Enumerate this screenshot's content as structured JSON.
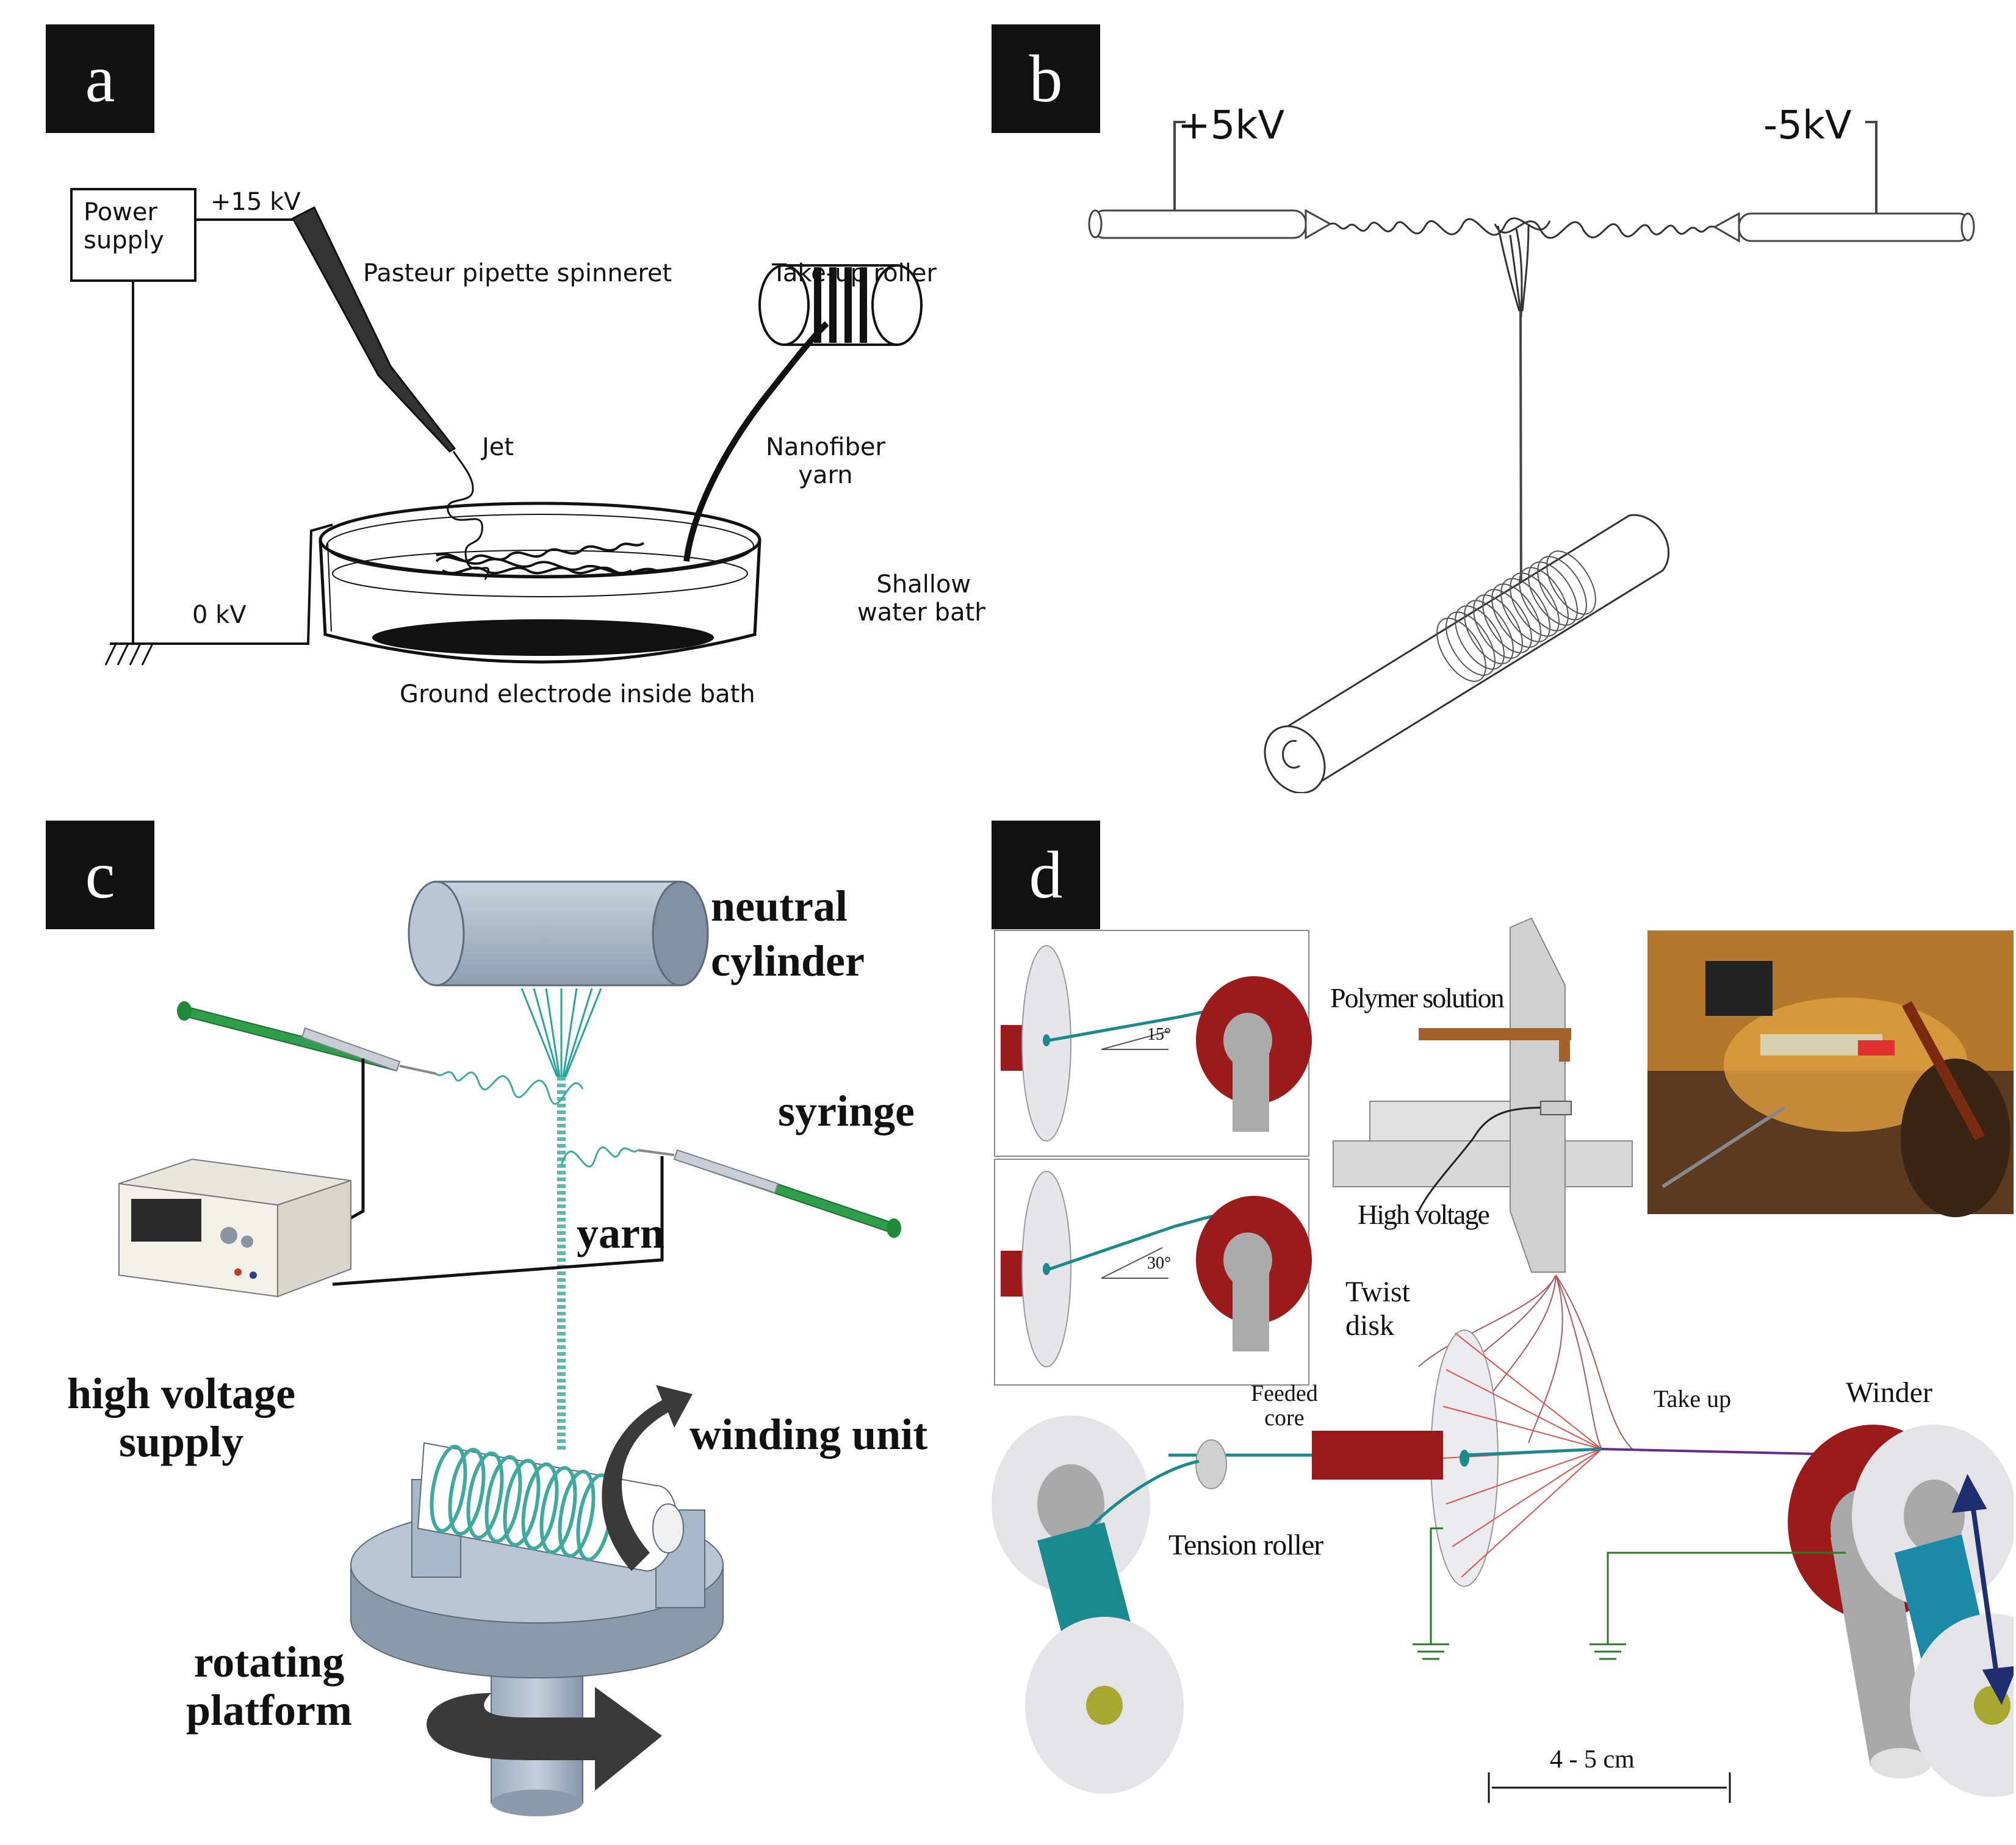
{
  "panels": {
    "a": {
      "label": "a",
      "power_supply": "Power\nsupply",
      "voltage_high": "+15 kV",
      "spinneret": "Pasteur pipette spinneret",
      "roller": "Take-up roller",
      "jet": "Jet",
      "yarn": "Nanofiber\nyarn",
      "voltage_zero": "0 kV",
      "bath": "Shallow\nwater bath",
      "electrode": "Ground electrode inside bath"
    },
    "b": {
      "label": "b",
      "voltage_pos": "+5kV",
      "voltage_neg": "-5kV"
    },
    "c": {
      "label": "c",
      "cylinder": "neutral\ncylinder",
      "syringe": "syringe",
      "yarn": "yarn",
      "supply": "high voltage\nsupply",
      "winding": "winding unit",
      "platform": "rotating\nplatform"
    },
    "d": {
      "label": "d",
      "angle1": "15°",
      "angle2": "30°",
      "polymer": "Polymer solution",
      "high_voltage": "High voltage",
      "twist_disk": "Twist\ndisk",
      "feeded_core": "Feeded\ncore",
      "take_up": "Take up",
      "winder": "Winder",
      "tension_roller": "Tension roller",
      "distance": "4 - 5 cm"
    }
  },
  "colors": {
    "teal": "#1a8a8e",
    "dark_red": "#9b1b1b",
    "steel": "#a9b8c8",
    "label_bg": "#111111"
  }
}
